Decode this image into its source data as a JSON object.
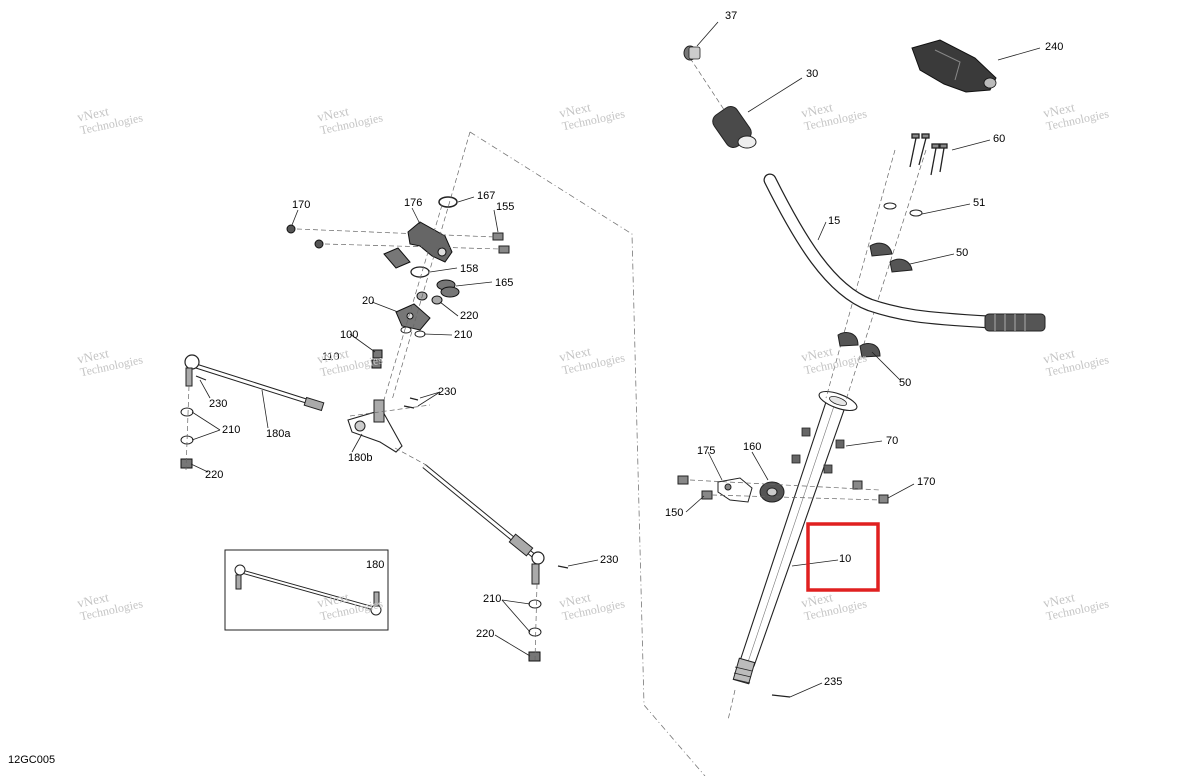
{
  "diagram_code": "12GC005",
  "watermark": {
    "line1": "vNext",
    "line2": "Technologies"
  },
  "watermark_alt": {
    "line1": "vNext Technologies"
  },
  "callouts": {
    "c37": "37",
    "c30": "30",
    "c240": "240",
    "c60": "60",
    "c51": "51",
    "c15": "15",
    "c50a": "50",
    "c50b": "50",
    "c70": "70",
    "c170r": "170",
    "c175": "175",
    "c160": "160",
    "c150": "150",
    "c10": "10",
    "c235": "235",
    "c170l": "170",
    "c176": "176",
    "c167": "167",
    "c155": "155",
    "c158": "158",
    "c165": "165",
    "c20": "20",
    "c220a": "220",
    "c210a": "210",
    "c100": "100",
    "c110": "110",
    "c230a": "230",
    "c230b": "230",
    "c210b": "210",
    "c180a": "180a",
    "c180b": "180b",
    "c220b": "220",
    "c180": "180",
    "c230c": "230",
    "c210c": "210",
    "c220c": "220"
  },
  "highlight": {
    "color": "#e02020",
    "target": "10"
  }
}
